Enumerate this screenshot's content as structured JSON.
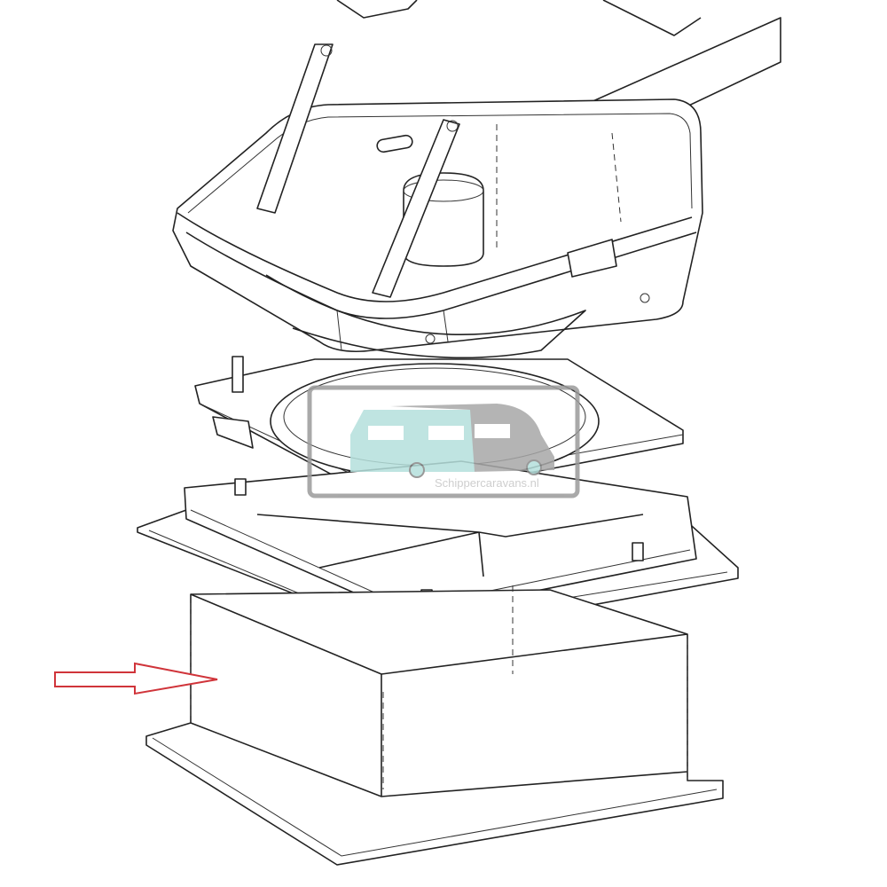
{
  "diagram": {
    "type": "exploded technical line drawing",
    "parts": [
      "roof-vent-lid-arm",
      "fan-housing",
      "mounting-ring-frame",
      "flange-frame",
      "inner-frame-liner"
    ],
    "highlight_arrow": {
      "color": "#d0343a",
      "points_to": "inner-frame-liner"
    }
  },
  "watermark": {
    "text": "Schippercaravans.nl",
    "colors": {
      "caravan": "#b5e0dc",
      "camper": "#a8a8a8",
      "frame": "#9a9a9a"
    }
  }
}
